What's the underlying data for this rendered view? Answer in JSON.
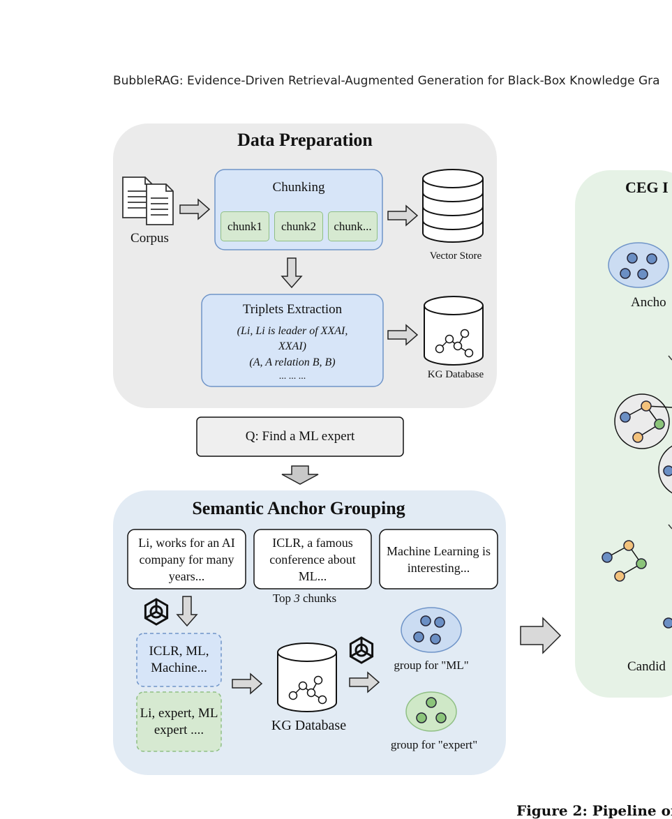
{
  "header": {
    "running_title": "BubbleRAG: Evidence-Driven Retrieval-Augmented Generation for Black-Box Knowledge Gra"
  },
  "data_prep": {
    "title": "Data Preparation",
    "corpus_label": "Corpus",
    "chunking_title": "Chunking",
    "chunks": [
      "chunk1",
      "chunk2",
      "chunk..."
    ],
    "vector_store_label": "Vector Store",
    "triplets_title": "Triplets Extraction",
    "triplets_line1": "(Li, Li is leader of XXAI,",
    "triplets_line2": "XXAI)",
    "triplets_line3": "(A, A relation B, B)",
    "triplets_line4": "... ... ...",
    "kg_db_label": "KG Database"
  },
  "query": {
    "text": "Q: Find a ML expert"
  },
  "anchor_grouping": {
    "title": "Semantic Anchor Grouping",
    "chunk_cards": [
      "Li, works for an AI company for many years...",
      "ICLR, a famous conference about ML...",
      "Machine Learning is  interesting..."
    ],
    "top_chunks_prefix": "Top ",
    "top_chunks_k": "3",
    "top_chunks_suffix": " chunks",
    "keywords_blue": "ICLR, ML, Machine...",
    "keywords_green": "Li, expert, ML expert ....",
    "kg_db_label": "KG Database",
    "group_ml_label": "group for \"ML\"",
    "group_expert_label": "group for \"expert\""
  },
  "ceg_panel": {
    "title": "CEG I",
    "anchor_label": "Ancho",
    "candidate_label": "Candid"
  },
  "footer": {
    "caption": "Figure 2: Pipeline of"
  },
  "colors": {
    "gray_panel": "#ebebeb",
    "blue_panel": "#e2ebf4",
    "green_panel": "#e6f2e6",
    "blue_box": "#d7e5f8",
    "chunk_green": "#d6e9d1",
    "node_blue": "#6b8fc4",
    "node_orange": "#f3c27c",
    "node_green": "#8bc47a"
  }
}
